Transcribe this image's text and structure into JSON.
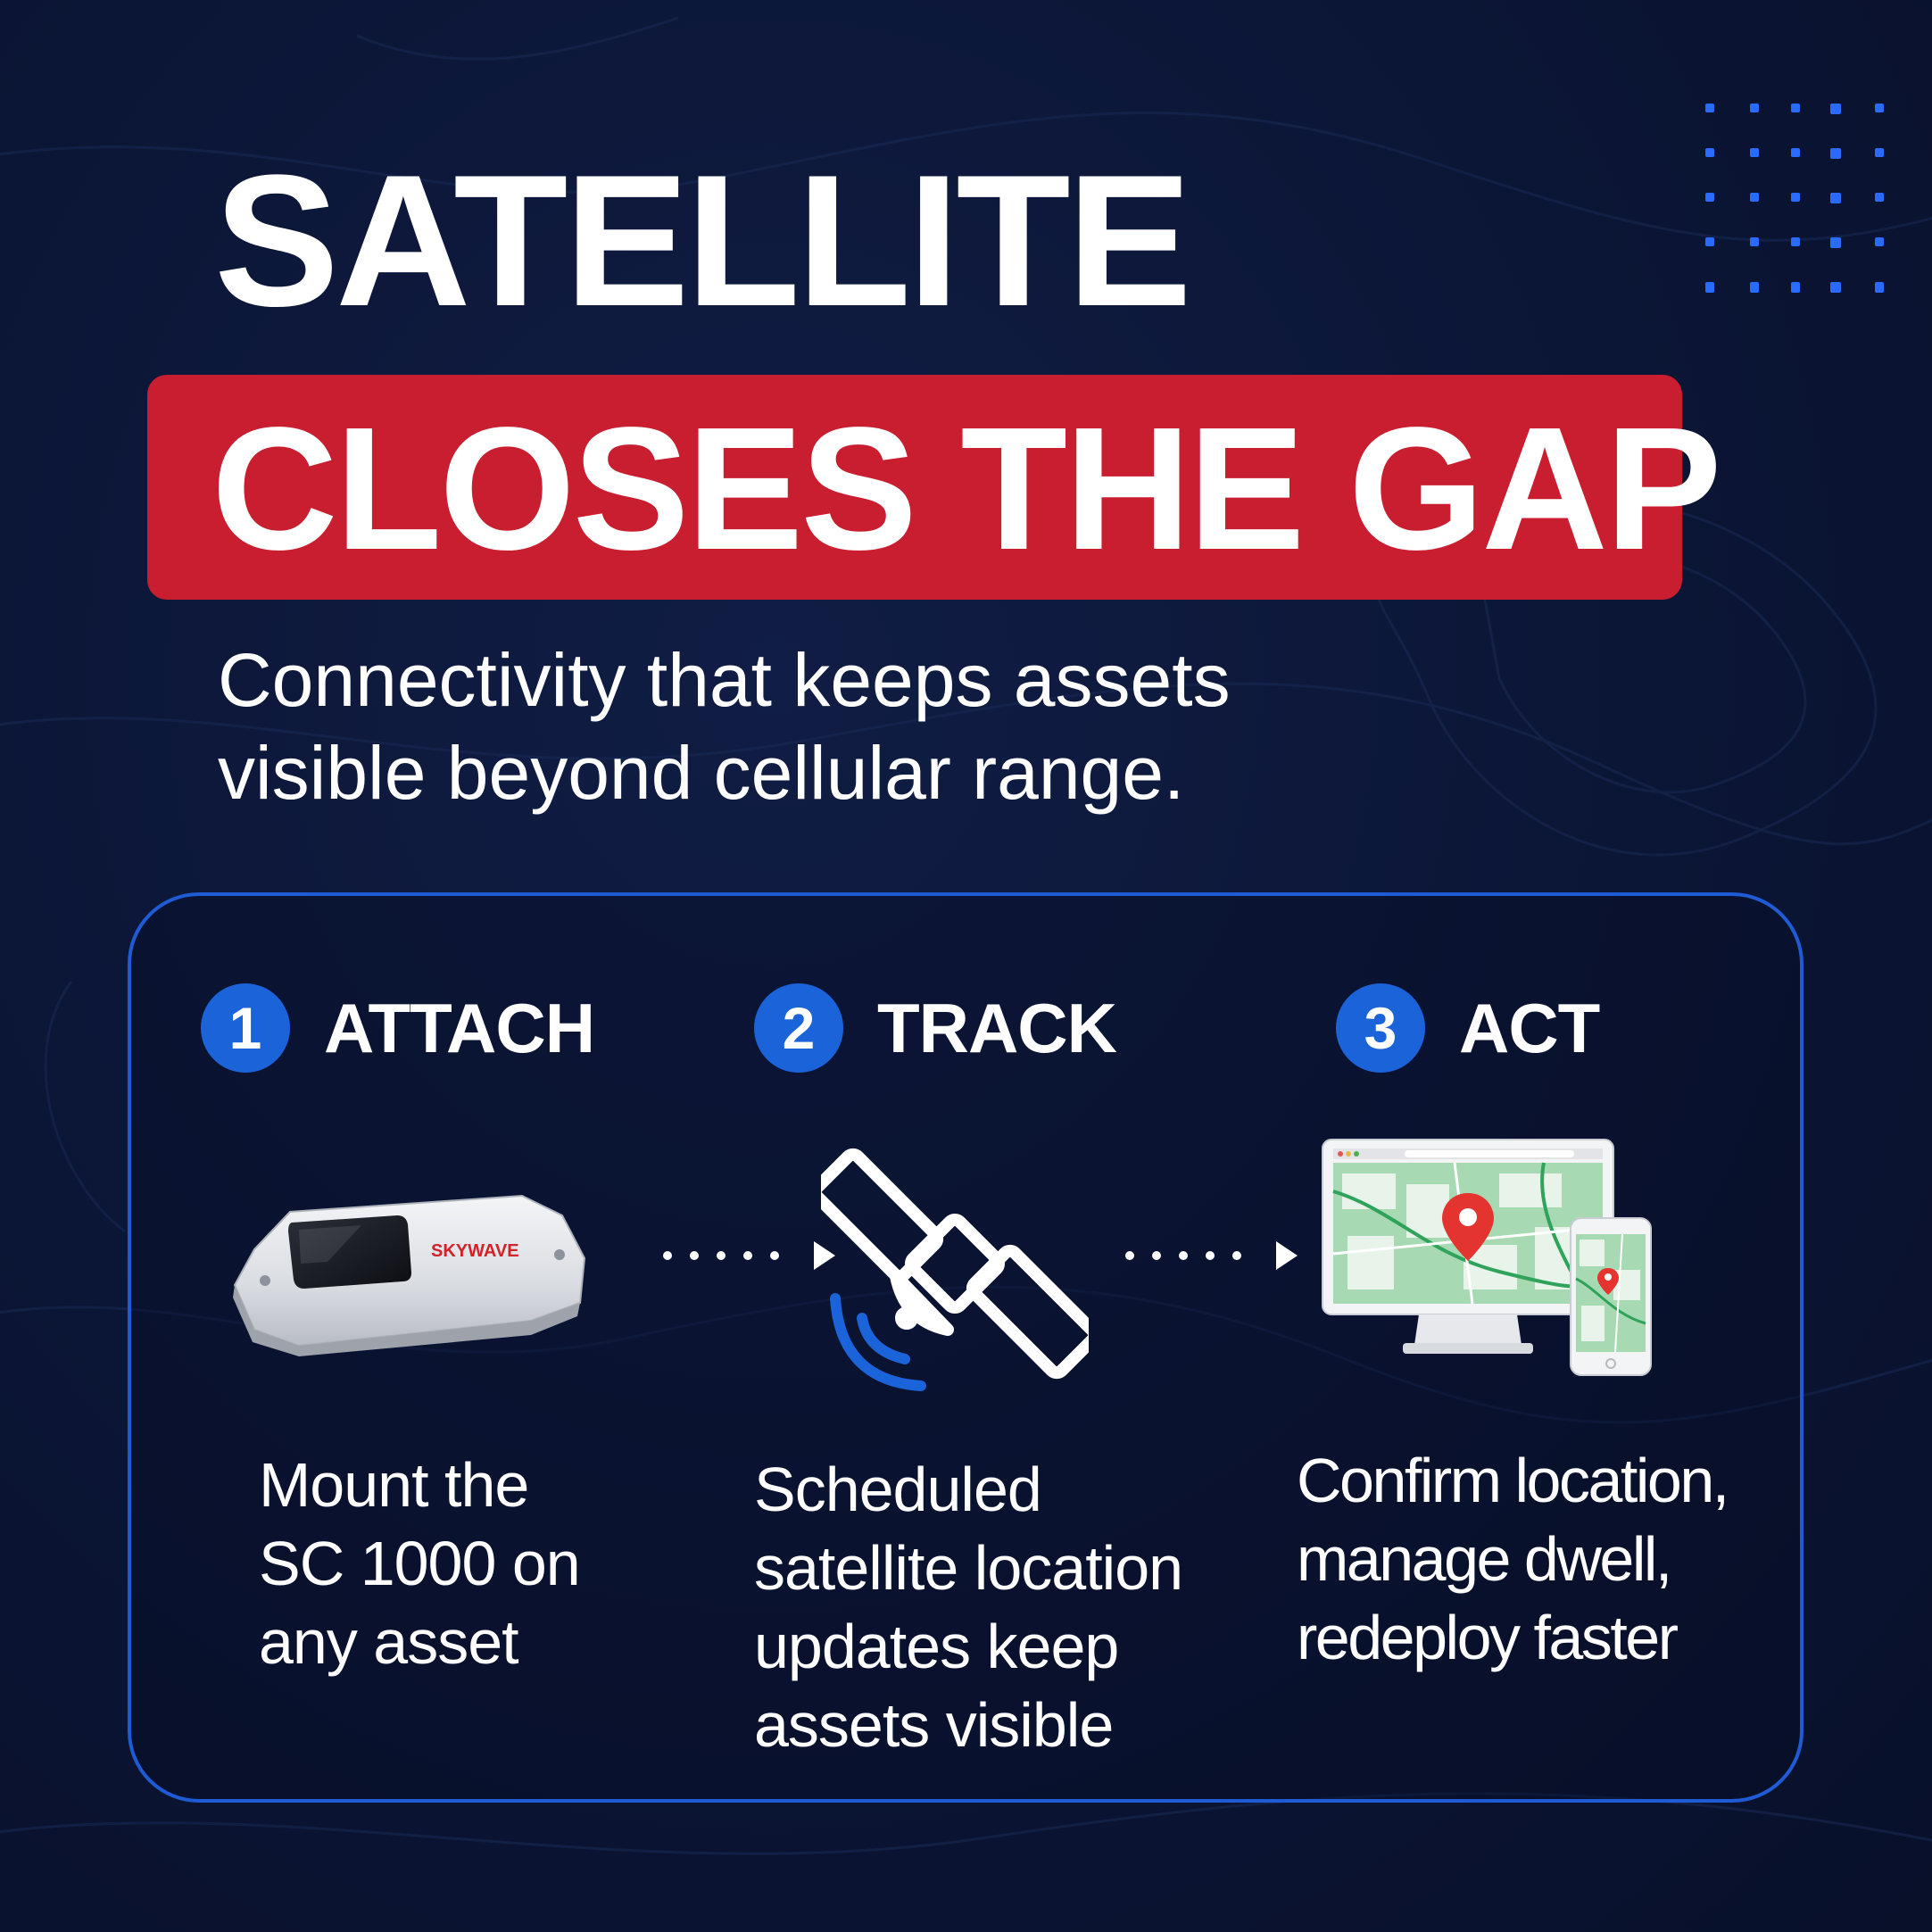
{
  "header": {
    "title_line1": "SATELLITE",
    "title_line2": "CLOSES THE GAP",
    "subtitle_line1": "Connectivity that keeps assets",
    "subtitle_line2": "visible beyond cellular range."
  },
  "steps": [
    {
      "number": "1",
      "title": "ATTACH",
      "device_brand": "SKYWAVE",
      "desc": [
        "Mount the",
        "SC 1000 on",
        "any asset"
      ]
    },
    {
      "number": "2",
      "title": "TRACK",
      "desc": [
        "Scheduled",
        "satellite location",
        "updates keep",
        "assets visible"
      ]
    },
    {
      "number": "3",
      "title": "ACT",
      "desc": [
        "Confirm location,",
        "manage dwell,",
        "redeploy faster"
      ]
    }
  ],
  "colors": {
    "background": "#0b1535",
    "accent_red": "#c81e30",
    "accent_blue": "#1a63d9",
    "panel_border": "#1e5bd4",
    "text": "#ffffff"
  },
  "icons": [
    "device-image",
    "satellite-icon",
    "monitor-map-icon",
    "phone-map-icon",
    "map-pin-icon",
    "dotted-arrow-icon"
  ]
}
